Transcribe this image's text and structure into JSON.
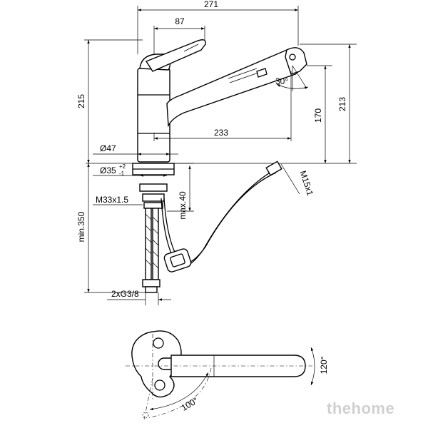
{
  "dimensions": {
    "overall_length": "271",
    "lever_offset": "87",
    "overall_height": "215",
    "outlet_height": "213",
    "spout_clearance": "170",
    "spout_reach": "233",
    "body_diameter": "Ø47",
    "hole_diameter": "Ø35",
    "hole_tolerance_plus": "+2",
    "hole_tolerance_minus": "-1",
    "spray_angle": "30°",
    "shank_thread": "M33x1.5",
    "max_deck_thickness": "max.40",
    "hose_length": "min.350",
    "connection_thread": "M15x1",
    "supply_connections": "2xG3/8",
    "spout_swivel_angle": "120°",
    "lever_rotation_angle": "100°"
  },
  "watermark": "thehome"
}
